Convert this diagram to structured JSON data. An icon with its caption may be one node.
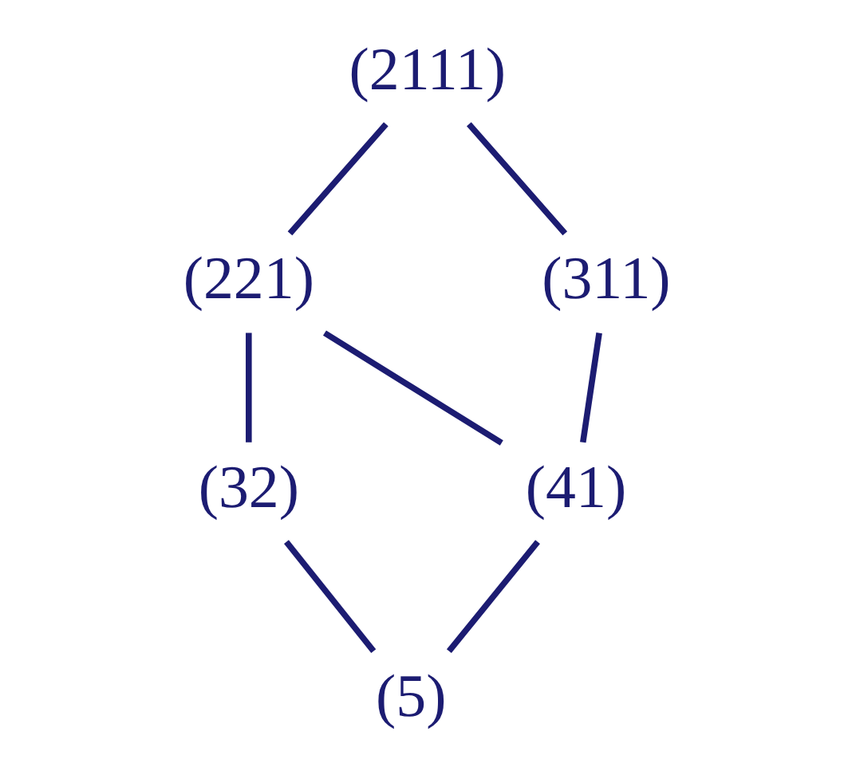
{
  "diagram": {
    "nodes": [
      {
        "text": [
          "(2111)"
        ]
      },
      {
        "text": [
          "(221)"
        ]
      },
      {
        "text": [
          "(311)"
        ]
      },
      {
        "text": [
          "(32)"
        ]
      },
      {
        "text": [
          "(41)"
        ]
      },
      {
        "text": [
          "(5)"
        ]
      }
    ],
    "edges": [
      {
        "from": 0,
        "to": 1,
        "arrow": "none"
      },
      {
        "from": 0,
        "to": 2,
        "arrow": "none"
      },
      {
        "from": 1,
        "to": 3,
        "arrow": "none"
      },
      {
        "from": 1,
        "to": 4,
        "arrow": "none"
      },
      {
        "from": 2,
        "to": 4,
        "arrow": "none"
      },
      {
        "from": 3,
        "to": 5,
        "arrow": "none"
      },
      {
        "from": 4,
        "to": 5,
        "arrow": "none"
      }
    ]
  }
}
